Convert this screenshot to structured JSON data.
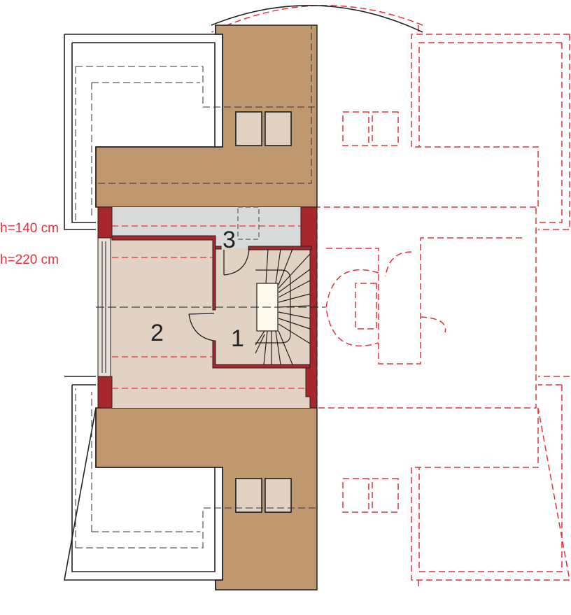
{
  "annotations": {
    "height_low": "h=140 cm",
    "height_high": "h=220 cm"
  },
  "rooms": [
    {
      "number": "1"
    },
    {
      "number": "2"
    },
    {
      "number": "3"
    }
  ],
  "colors": {
    "roof": "#c09870",
    "room_floor": "#e2d2c4",
    "low_area": "#d9dbdb",
    "wall": "#a8272a",
    "outline": "#222222",
    "mirror_dash": "#e8303a"
  }
}
